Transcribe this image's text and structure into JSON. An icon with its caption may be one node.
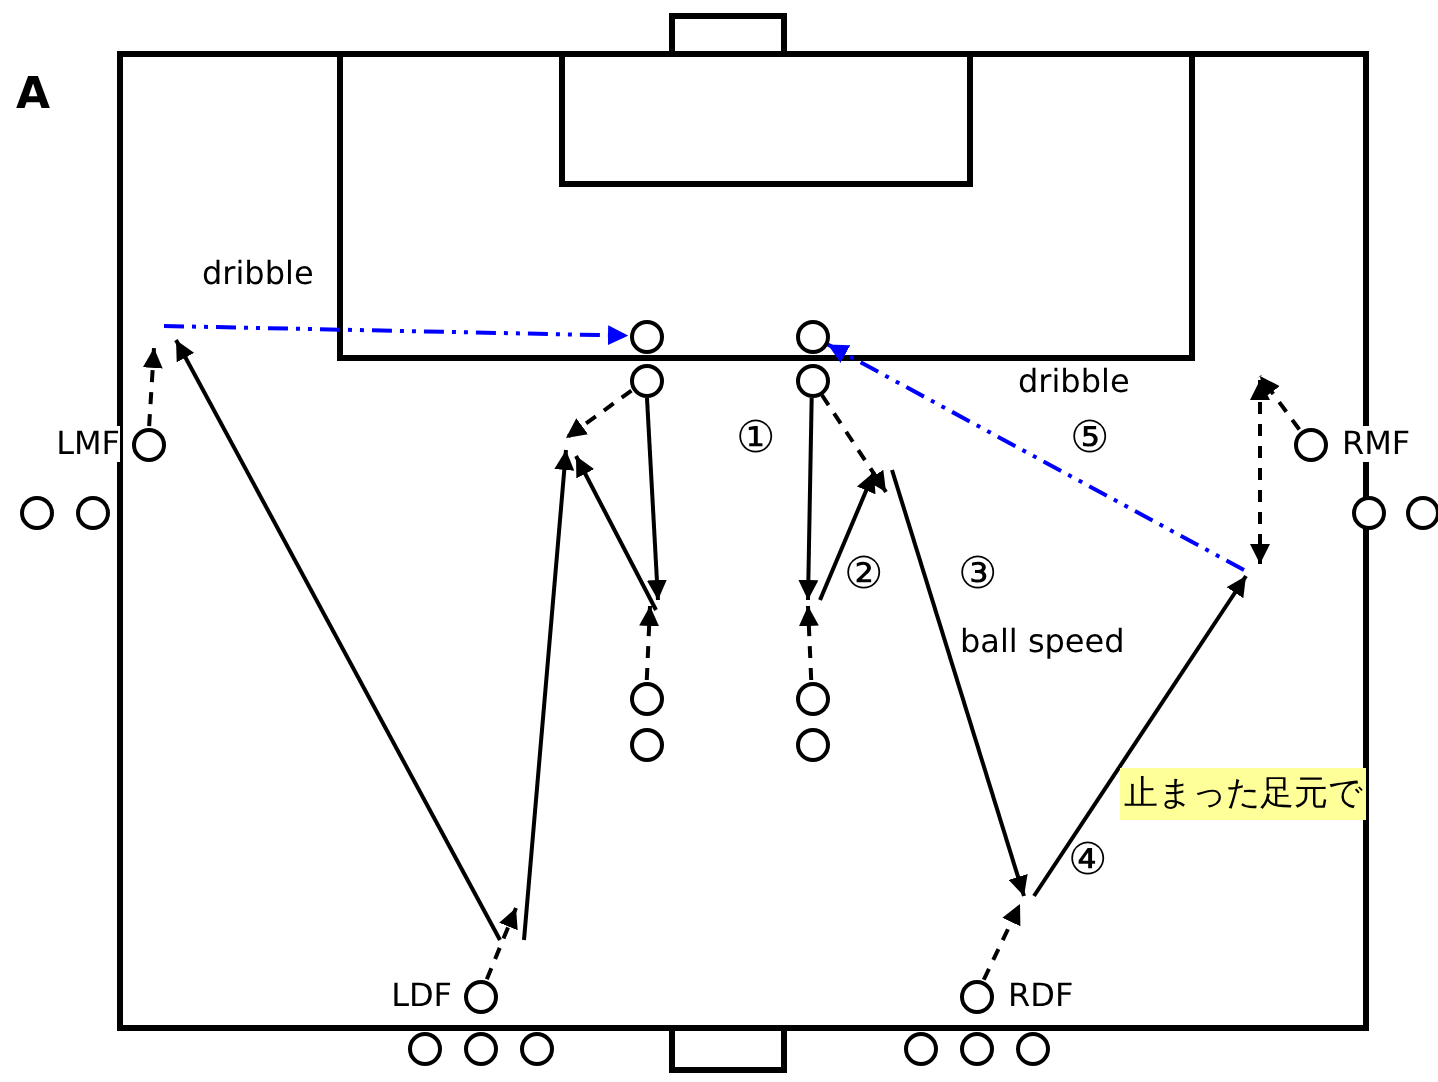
{
  "diagram": {
    "nodes": [
      {
        "text": [],
        "shape": "circle",
        "beside": [
          "LMF"
        ]
      },
      {
        "text": [],
        "shape": "circle"
      },
      {
        "text": [],
        "shape": "circle"
      },
      {
        "text": [],
        "shape": "circle"
      },
      {
        "text": [],
        "shape": "circle"
      },
      {
        "text": [],
        "shape": "circle"
      },
      {
        "text": [],
        "shape": "circle"
      },
      {
        "text": [],
        "shape": "circle"
      },
      {
        "text": [],
        "shape": "circle"
      },
      {
        "text": [],
        "shape": "circle"
      },
      {
        "text": [],
        "shape": "circle"
      },
      {
        "text": [],
        "shape": "circle",
        "beside": [
          "RMF"
        ]
      },
      {
        "text": [],
        "shape": "circle"
      },
      {
        "text": [],
        "shape": "circle"
      },
      {
        "text": [],
        "shape": "circle",
        "beside": [
          "LDF"
        ]
      },
      {
        "text": [],
        "shape": "circle"
      },
      {
        "text": [],
        "shape": "circle"
      },
      {
        "text": [],
        "shape": "circle"
      },
      {
        "text": [],
        "shape": "circle",
        "beside": [
          "RDF"
        ]
      },
      {
        "text": [],
        "shape": "circle"
      },
      {
        "text": [],
        "shape": "circle"
      },
      {
        "text": [],
        "shape": "circle"
      }
    ],
    "edges": [
      {
        "from": 0,
        "to": null,
        "arrow": "to",
        "style": "dashed"
      },
      {
        "from": 4,
        "to": null,
        "arrow": "to",
        "style": "dashed"
      },
      {
        "from": 4,
        "to": null,
        "arrow": "to"
      },
      {
        "from": 5,
        "to": null,
        "arrow": "to",
        "style": "dashed"
      },
      {
        "from": 14,
        "to": null,
        "arrow": "to",
        "style": "dashed"
      },
      {
        "from": 8,
        "to": null,
        "arrow": "to",
        "label": "①"
      },
      {
        "from": 8,
        "to": null,
        "arrow": "to",
        "style": "dashed"
      },
      {
        "from": 9,
        "to": null,
        "arrow": "to",
        "style": "dashed"
      },
      {
        "from": 18,
        "to": null,
        "arrow": "to",
        "style": "dashed"
      },
      {
        "from": 11,
        "to": null,
        "arrow": "to",
        "style": "dashed"
      },
      {
        "from": null,
        "to": 3,
        "arrow": "to",
        "style": "dashed",
        "color": "#0000ff",
        "label": "dribble"
      },
      {
        "from": null,
        "to": 7,
        "arrow": "to",
        "style": "dashed",
        "color": "#0000ff",
        "label": "dribble"
      }
    ],
    "labels": [
      "A",
      "⑤",
      "②",
      "③",
      "ball speed",
      "止まった足元で",
      "④"
    ]
  }
}
